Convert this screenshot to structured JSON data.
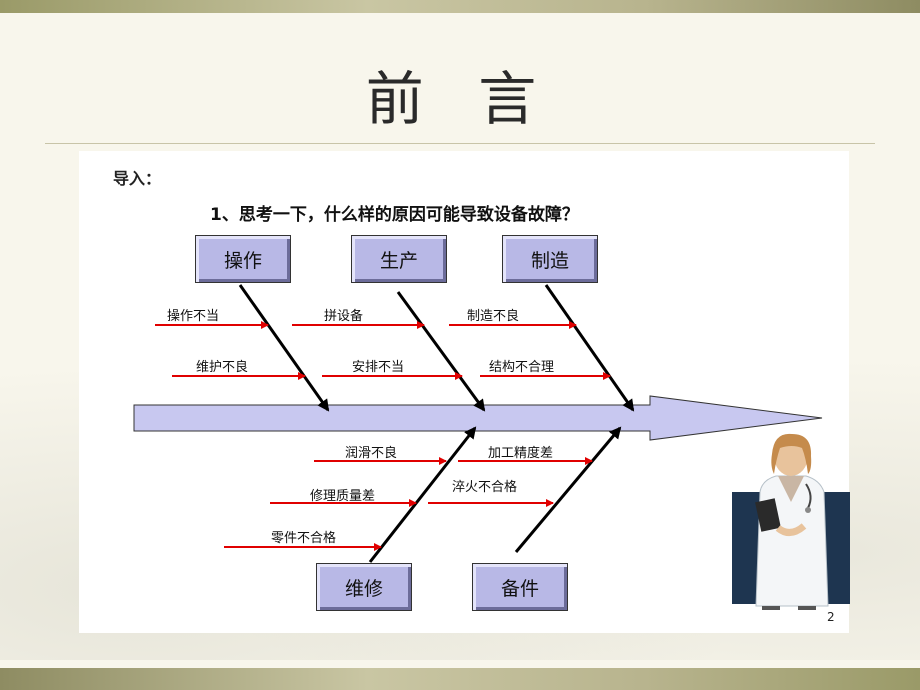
{
  "slide": {
    "title": "前 言",
    "intro": "导入：",
    "question": "1、思考一下，什么样的原因可能导致设备故障？",
    "page_number": "2"
  },
  "categories_top": [
    {
      "label": "操作",
      "causes": [
        "操作不当",
        "维护不良"
      ]
    },
    {
      "label": "生产",
      "causes": [
        "拼设备",
        "安排不当"
      ]
    },
    {
      "label": "制造",
      "causes": [
        "制造不良",
        "结构不合理"
      ]
    }
  ],
  "categories_bottom": [
    {
      "label": "维修",
      "causes": [
        "润滑不良",
        "修理质量差",
        "零件不合格"
      ]
    },
    {
      "label": "备件",
      "causes": [
        "加工精度差",
        "淬火不合格"
      ]
    }
  ],
  "colors": {
    "spine": "#c8c8f0",
    "box": "#b8b8e6",
    "cause_arrow": "#e00000",
    "bone": "#000000"
  }
}
